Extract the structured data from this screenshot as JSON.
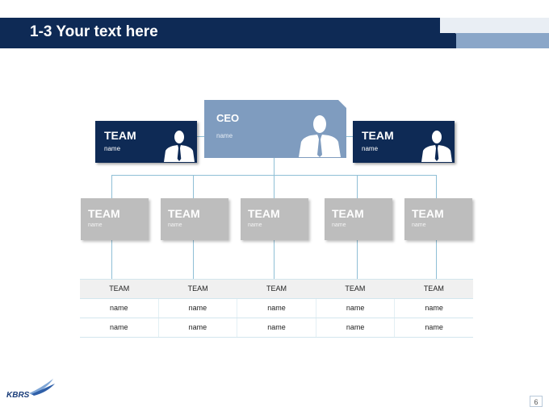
{
  "header": {
    "title": "1-3 Your text here"
  },
  "ceo": {
    "title": "CEO",
    "subtitle": "name"
  },
  "top_teams": [
    {
      "title": "TEAM",
      "subtitle": "name"
    },
    {
      "title": "TEAM",
      "subtitle": "name"
    }
  ],
  "teams": [
    {
      "title": "TEAM",
      "subtitle": "name"
    },
    {
      "title": "TEAM",
      "subtitle": "name"
    },
    {
      "title": "TEAM",
      "subtitle": "name"
    },
    {
      "title": "TEAM",
      "subtitle": "name"
    },
    {
      "title": "TEAM",
      "subtitle": "name"
    }
  ],
  "table": {
    "headers": [
      "TEAM",
      "TEAM",
      "TEAM",
      "TEAM",
      "TEAM"
    ],
    "rows": [
      [
        "name",
        "name",
        "name",
        "name",
        "name"
      ],
      [
        "name",
        "name",
        "name",
        "name",
        "name"
      ]
    ]
  },
  "logo": {
    "text": "KBRS"
  },
  "page_number": "6",
  "colors": {
    "navy": "#0e2a55",
    "steel_blue": "#7f9cbf",
    "gray": "#bdbdbd",
    "connector": "#8fbfd6"
  }
}
